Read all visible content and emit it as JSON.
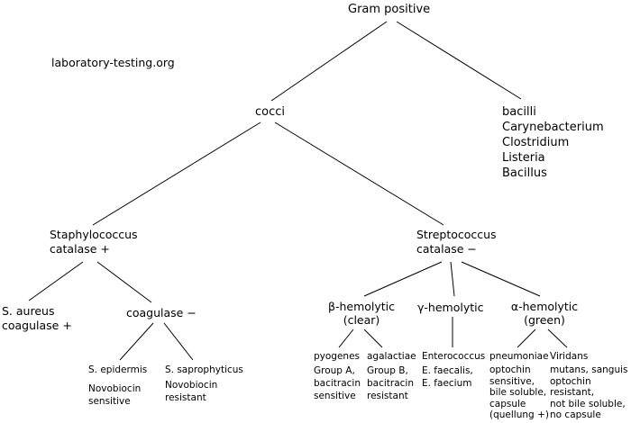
{
  "watermark": "laboratory-testing.org",
  "nodes": {
    "root": "Gram positive",
    "cocci": "cocci",
    "bacilli": "bacilli\nCarynebacterium\nClostridium\nListeria\nBacillus",
    "staphylococcus": "Staphylococcus\ncatalase +",
    "streptococcus": "Streptococcus\ncatalase −",
    "s_aureus": "S. aureus\ncoagulase +",
    "coagulase_negative": "coagulase −",
    "s_epidermis": {
      "name": "S. epidermis",
      "detail": "Novobiocin\nsensitive"
    },
    "s_saprophyticus": {
      "name": "S. saprophyticus",
      "detail": "Novobiocin\nresistant"
    },
    "beta_hemolytic": "β-hemolytic\n(clear)",
    "gamma_hemolytic": "γ-hemolytic",
    "alpha_hemolytic": "α-hemolytic\n(green)",
    "pyogenes": {
      "name": "pyogenes",
      "detail": "Group A,\nbacitracin\nsensitive"
    },
    "agalactiae": {
      "name": "agalactiae",
      "detail": "Group B,\nbacitracin\nresistant"
    },
    "enterococcus": {
      "name": "Enterococcus",
      "detail": "E. faecalis,\nE. faecium"
    },
    "pneumoniae": {
      "name": "pneumoniae",
      "detail": "optochin\nsensitive,\nbile soluble,\ncapsule\n(quellung +)"
    },
    "viridans": {
      "name": "Viridans",
      "detail": "mutans, sanguis\noptochin\nresistant,\nnot bile soluble,\nno capsule"
    }
  },
  "line_color": "#000000"
}
